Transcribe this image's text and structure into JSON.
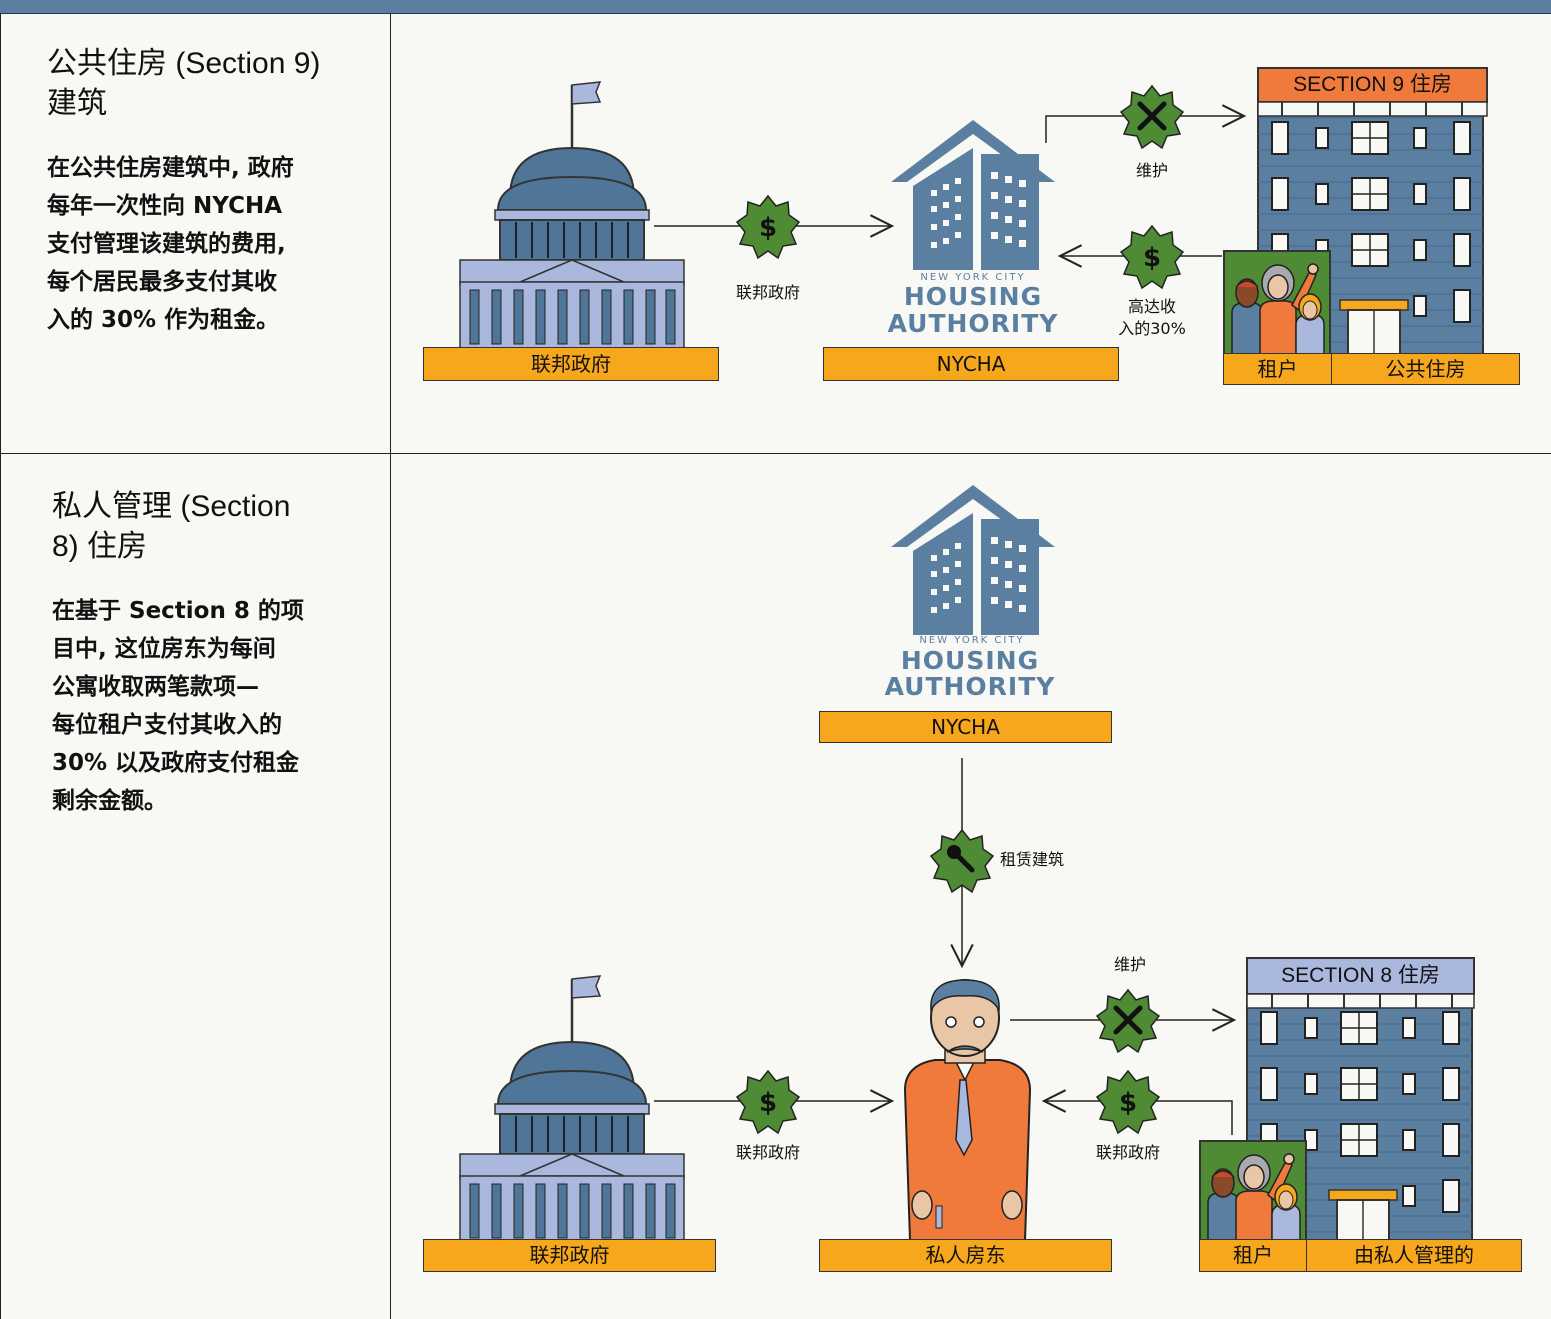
{
  "colors": {
    "accent": "#f6a71b",
    "blue": "#5b7fa0",
    "orange": "#f07a3c",
    "green": "#4f8a35"
  },
  "rows": [
    {
      "title_line1": "公共住房 (Section 9)",
      "title_line2": "建筑",
      "body_lines": [
        "在公共住房建筑中, 政府",
        "每年一次性向 NYCHA",
        "支付管理该建筑的费用,",
        "每个居民最多支付其收",
        "入的 30% 作为租金。"
      ],
      "labels": {
        "gov": "联邦政府",
        "nycha": "NYCHA",
        "tenants": "租户",
        "housing": "公共住房"
      },
      "captions": {
        "gov_payment": "联邦政府",
        "maintenance": "维护",
        "rent_line1": "高达收",
        "rent_line2": "入的30%"
      },
      "building_sign": "SECTION 9 住房"
    },
    {
      "title_line1": "私人管理 (Section",
      "title_line2": "8) 住房",
      "body_lines": [
        "在基于 Section 8 的项",
        "目中, 这位房东为每间",
        "公寓收取两笔款项—",
        "每位租户支付其收入的",
        "30% 以及政府支付租金",
        "剩余金额。"
      ],
      "labels": {
        "nycha": "NYCHA",
        "gov": "联邦政府",
        "landlord": "私人房东",
        "tenants": "租户",
        "housing": "由私人管理的"
      },
      "captions": {
        "lease": "租赁建筑",
        "maintenance": "维护",
        "gov_payment": "联邦政府",
        "tenant_payment": "联邦政府"
      },
      "building_sign": "SECTION 8 住房"
    }
  ],
  "nycha_logo": {
    "line1": "NEW YORK CITY",
    "line2": "HOUSING",
    "line3": "AUTHORITY"
  },
  "icons": {
    "money": "dollar-sign-icon",
    "tools": "hammer-wrench-icon",
    "key": "key-icon"
  },
  "symbols": {
    "dollar": "$"
  }
}
